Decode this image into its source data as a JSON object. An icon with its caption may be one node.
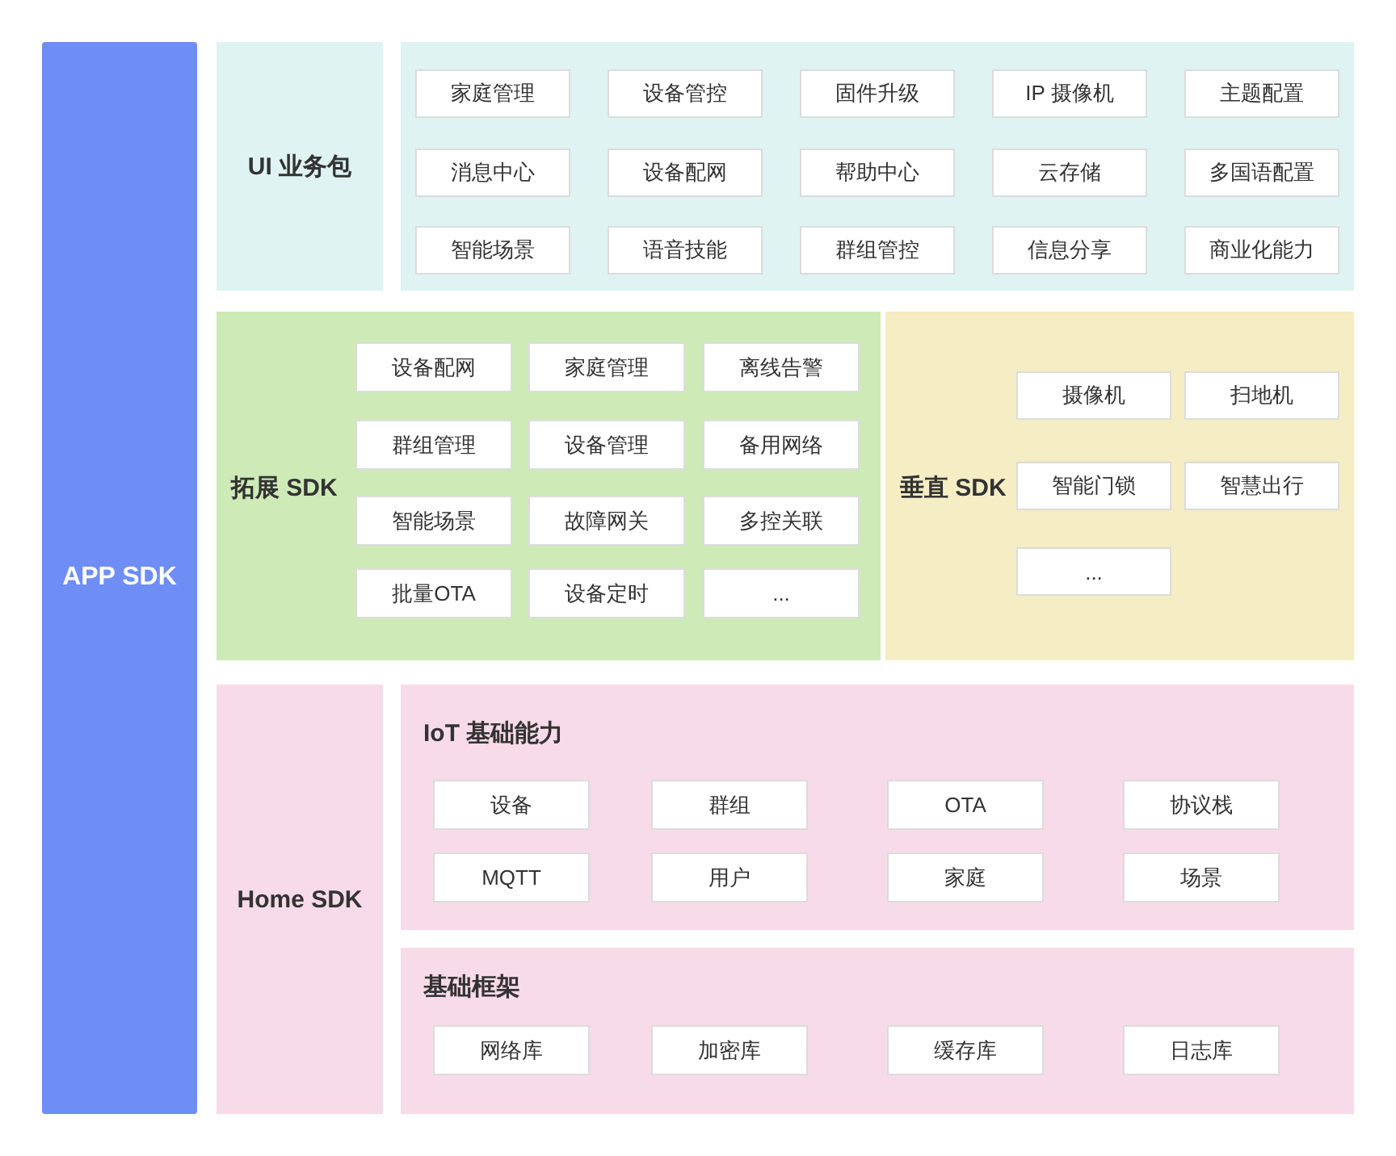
{
  "diagram": {
    "nodes": [
      {
        "text": [
          "APP SDK"
        ]
      },
      {
        "text": [
          "UI 业务包"
        ]
      },
      {
        "text": [],
        "shape": "box"
      },
      {
        "text": [
          "家庭管理"
        ],
        "in": 2
      },
      {
        "text": [
          "设备管控"
        ],
        "in": 2
      },
      {
        "text": [
          "固件升级"
        ],
        "in": 2
      },
      {
        "text": [
          "IP 摄像机"
        ],
        "in": 2
      },
      {
        "text": [
          "主题配置"
        ],
        "in": 2
      },
      {
        "text": [
          "消息中心"
        ],
        "in": 2
      },
      {
        "text": [
          "设备配网"
        ],
        "in": 2
      },
      {
        "text": [
          "帮助中心"
        ],
        "in": 2
      },
      {
        "text": [
          "云存储"
        ],
        "in": 2
      },
      {
        "text": [
          "多国语配置"
        ],
        "in": 2
      },
      {
        "text": [
          "智能场景"
        ],
        "in": 2
      },
      {
        "text": [
          "语音技能"
        ],
        "in": 2
      },
      {
        "text": [
          "群组管控"
        ],
        "in": 2
      },
      {
        "text": [
          "信息分享"
        ],
        "in": 2
      },
      {
        "text": [
          "商业化能力"
        ],
        "in": 2
      },
      {
        "text": [
          "拓展 SDK"
        ]
      },
      {
        "text": [
          "设备配网"
        ],
        "in": 18
      },
      {
        "text": [
          "家庭管理"
        ],
        "in": 18
      },
      {
        "text": [
          "离线告警"
        ],
        "in": 18
      },
      {
        "text": [
          "群组管理"
        ],
        "in": 18
      },
      {
        "text": [
          "设备管理"
        ],
        "in": 18
      },
      {
        "text": [
          "备用网络"
        ],
        "in": 18
      },
      {
        "text": [
          "智能场景"
        ],
        "in": 18
      },
      {
        "text": [
          "故障网关"
        ],
        "in": 18
      },
      {
        "text": [
          "多控关联"
        ],
        "in": 18
      },
      {
        "text": [
          "批量OTA"
        ],
        "in": 18
      },
      {
        "text": [
          "设备定时"
        ],
        "in": 18
      },
      {
        "text": [
          "..."
        ],
        "in": 18
      },
      {
        "text": [
          "垂直 SDK"
        ]
      },
      {
        "text": [
          "摄像机"
        ],
        "in": 31
      },
      {
        "text": [
          "扫地机"
        ],
        "in": 31
      },
      {
        "text": [
          "智能门锁"
        ],
        "in": 31
      },
      {
        "text": [
          "智慧出行"
        ],
        "in": 31
      },
      {
        "text": [
          "..."
        ],
        "in": 31
      },
      {
        "text": [
          "Home SDK"
        ]
      },
      {
        "text": [
          "IoT 基础能力"
        ]
      },
      {
        "text": [
          "设备"
        ],
        "in": 38
      },
      {
        "text": [
          "群组"
        ],
        "in": 38
      },
      {
        "text": [
          "OTA"
        ],
        "in": 38
      },
      {
        "text": [
          "协议栈"
        ],
        "in": 38
      },
      {
        "text": [
          "MQTT"
        ],
        "in": 38
      },
      {
        "text": [
          "用户"
        ],
        "in": 38
      },
      {
        "text": [
          "家庭"
        ],
        "in": 38
      },
      {
        "text": [
          "场景"
        ],
        "in": 38
      },
      {
        "text": [
          "基础框架"
        ]
      },
      {
        "text": [
          "网络库"
        ],
        "in": 47
      },
      {
        "text": [
          "加密库"
        ],
        "in": 47
      },
      {
        "text": [
          "缓存库"
        ],
        "in": 47
      },
      {
        "text": [
          "日志库"
        ],
        "in": 47
      }
    ]
  }
}
